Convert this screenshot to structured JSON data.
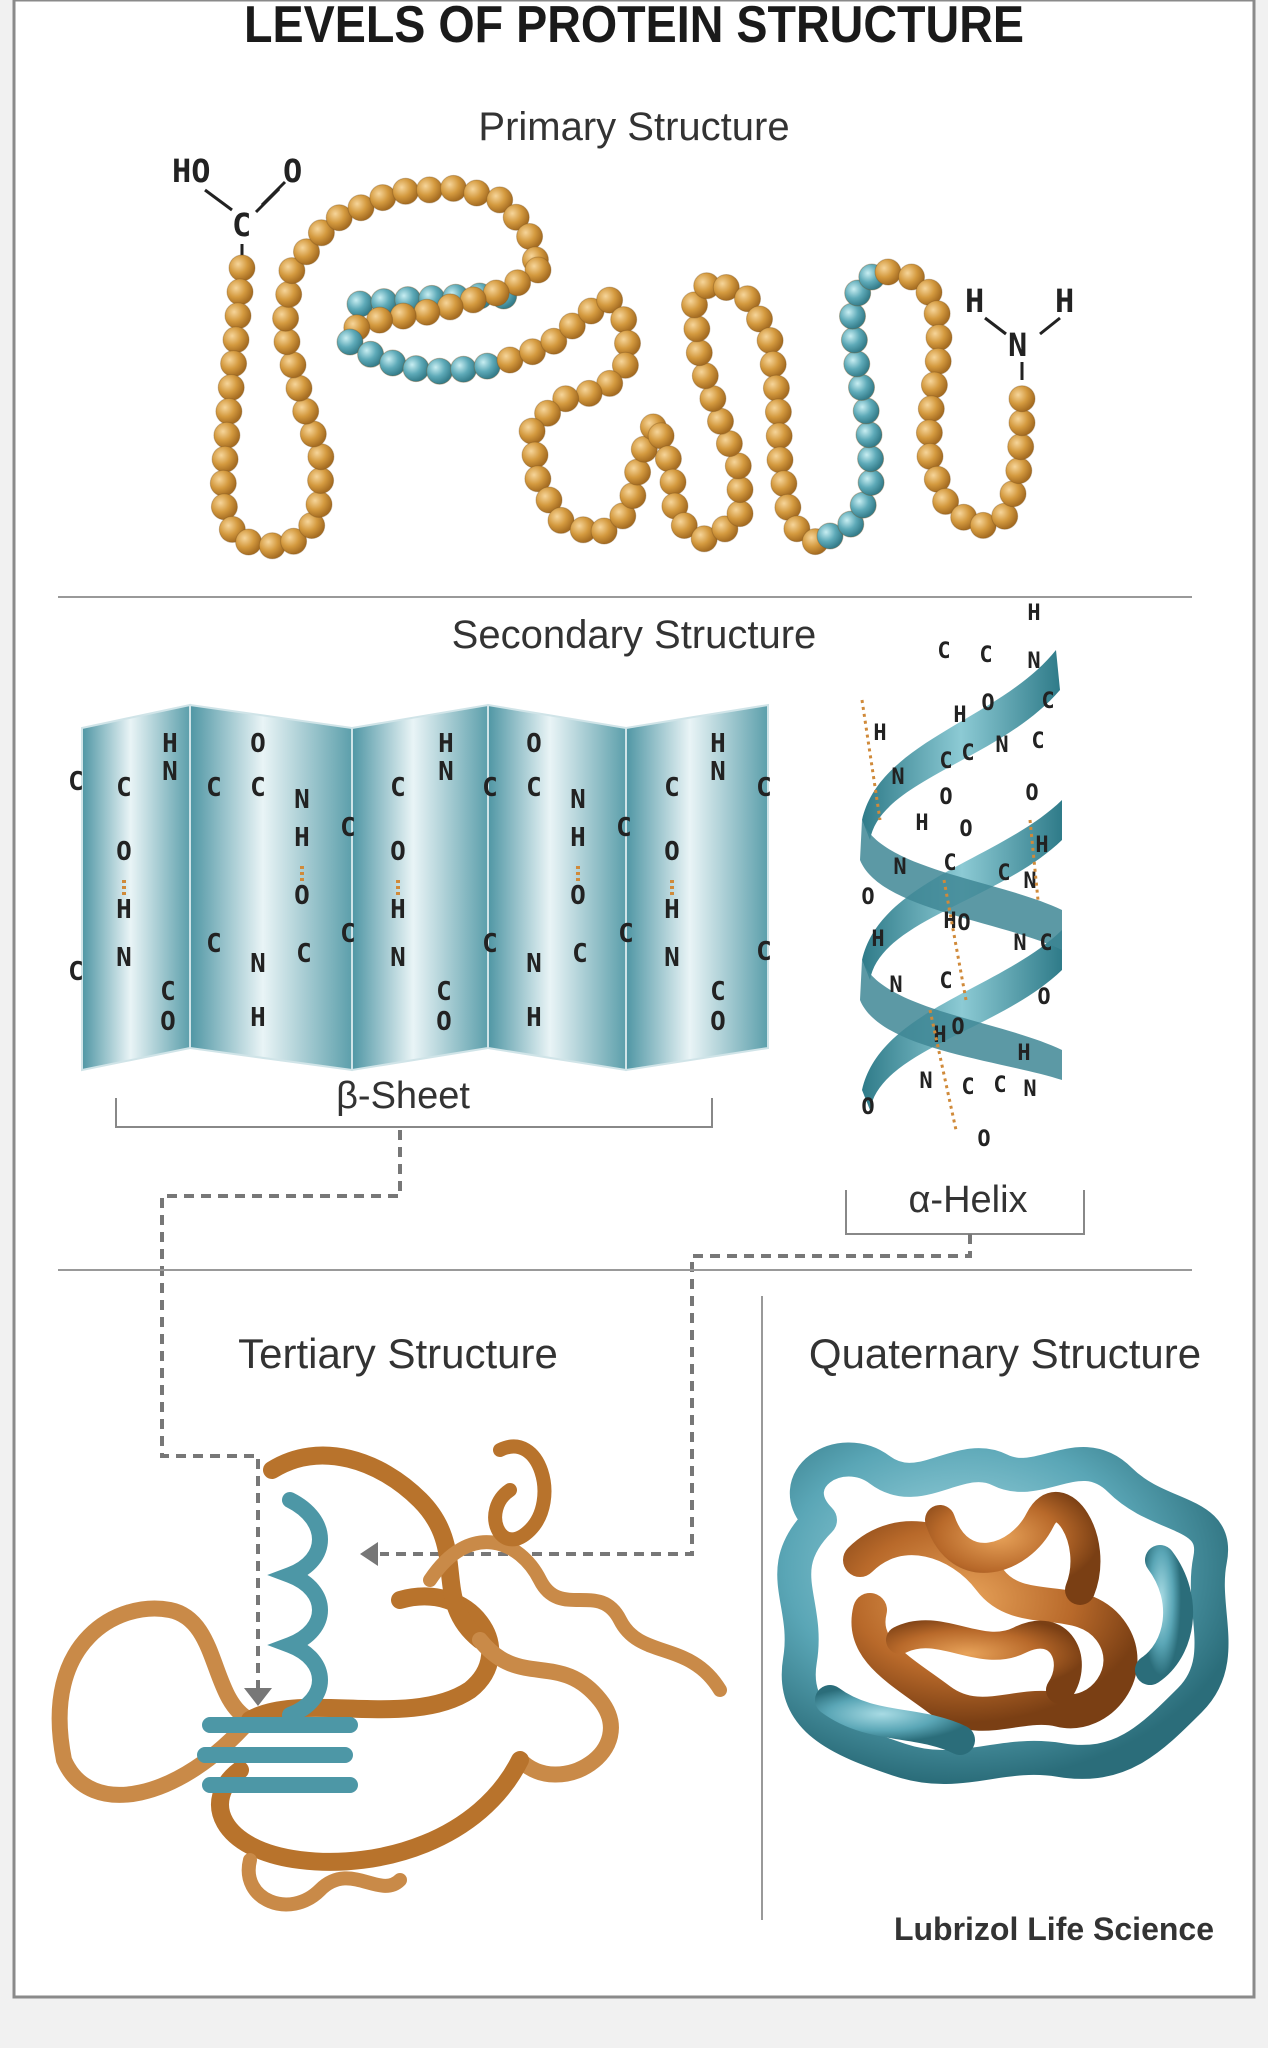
{
  "title": "LEVELS OF PROTEIN STRUCTURE",
  "sections": {
    "primary": "Primary Structure",
    "secondary": "Secondary Structure",
    "tertiary": "Tertiary Structure",
    "quaternary": "Quaternary Structure"
  },
  "labels": {
    "beta_sheet": "β-Sheet",
    "alpha_helix": "α-Helix"
  },
  "chem": {
    "ho": "HO",
    "o": "O",
    "c": "C",
    "h": "H",
    "n": "N"
  },
  "credit": "Lubrizol Life Science",
  "colors": {
    "bead_orange": "#d49a3f",
    "bead_teal": "#5eaab8",
    "ribbon_teal": "#4d97a6",
    "ribbon_brown": "#b8732c",
    "border": "#8a8a8a"
  }
}
